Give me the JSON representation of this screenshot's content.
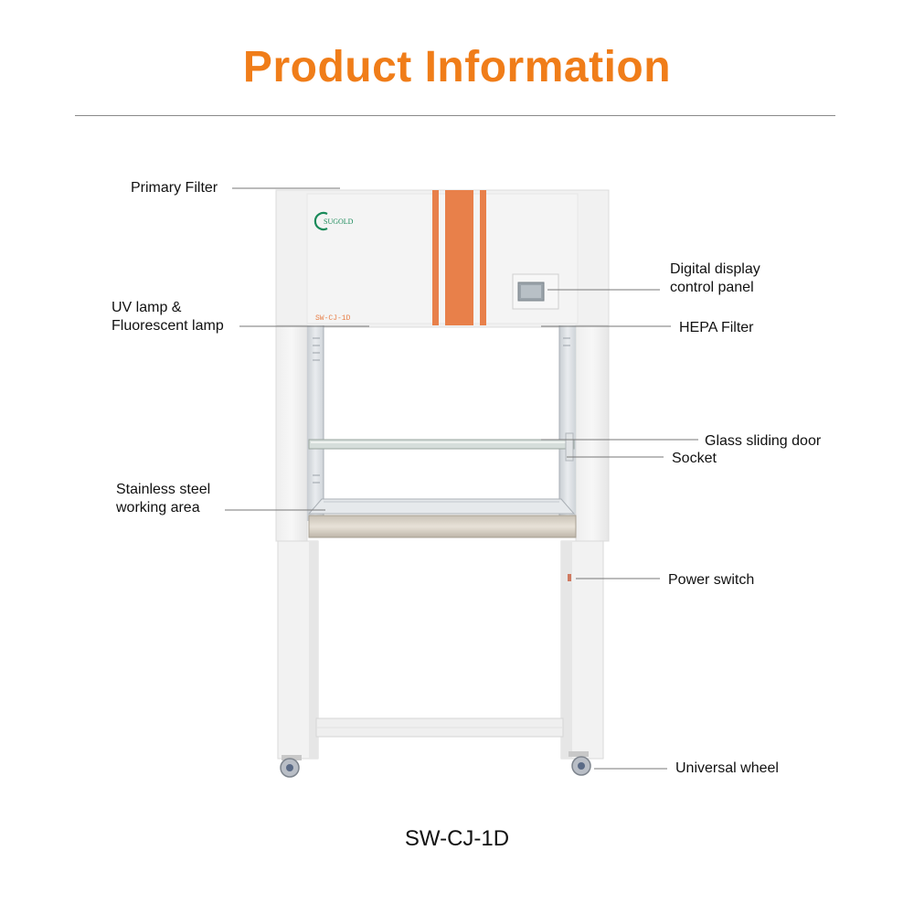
{
  "title": "Product Information",
  "brand_logo": "SUGOLD",
  "unit_marking": "SW-CJ-1D",
  "model": "SW-CJ-1D",
  "accent_color": "#f07d19",
  "labels": {
    "primary_filter": "Primary Filter",
    "uv_lamp_line1": "UV lamp &",
    "uv_lamp_line2": "Fluorescent lamp",
    "digital_display_line1": "Digital display",
    "digital_display_line2": "control panel",
    "hepa_filter": "HEPA Filter",
    "glass_door": "Glass sliding door",
    "socket": "Socket",
    "stainless_line1": "Stainless steel",
    "stainless_line2": "working area",
    "power_switch": "Power switch",
    "universal_wheel": "Universal wheel"
  }
}
